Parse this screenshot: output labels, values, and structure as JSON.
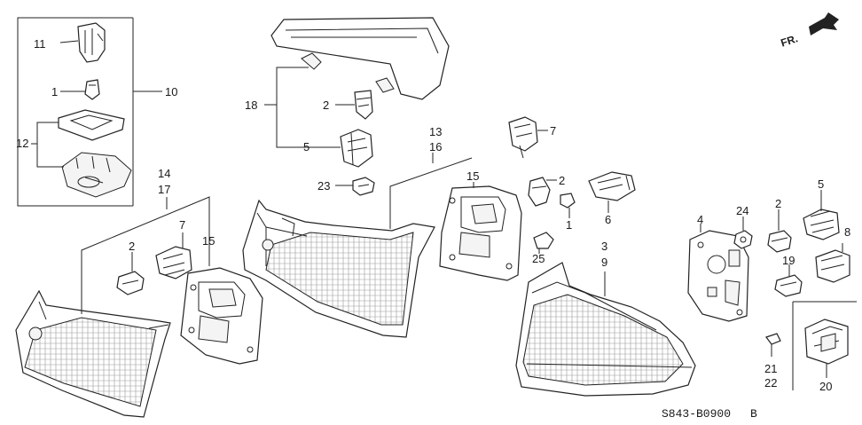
{
  "diagram": {
    "callouts": {
      "c1a": "1",
      "c1b": "1",
      "c2a": "2",
      "c2b": "2",
      "c2c": "2",
      "c2d": "2",
      "c3": "3",
      "c4": "4",
      "c5a": "5",
      "c5b": "5",
      "c6": "6",
      "c7a": "7",
      "c7b": "7",
      "c8": "8",
      "c9": "9",
      "c10": "10",
      "c11": "11",
      "c12": "12",
      "c13": "13",
      "c14": "14",
      "c15a": "15",
      "c15b": "15",
      "c16": "16",
      "c17": "17",
      "c18": "18",
      "c19": "19",
      "c20": "20",
      "c21": "21",
      "c22": "22",
      "c23": "23",
      "c24": "24",
      "c25": "25"
    },
    "direction_label": "FR.",
    "diagram_code": "S843-B0900",
    "revision": "B"
  }
}
